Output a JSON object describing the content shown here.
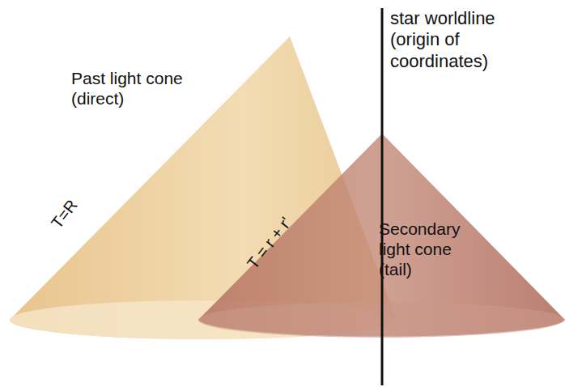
{
  "diagram": {
    "labels": [
      "star worldline (origin of coordinates)",
      "Past light cone (direct)",
      "T=R",
      "T = r + r'",
      "Secondary light cone (tail)"
    ]
  }
}
